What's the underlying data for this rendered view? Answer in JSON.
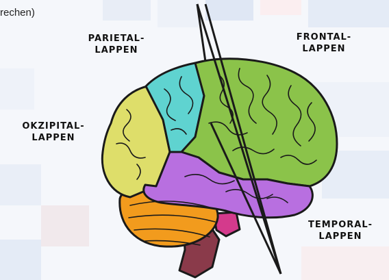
{
  "header_text": "rechen)",
  "labels": {
    "parietal": [
      "PARIETAL-",
      "LAPPEN"
    ],
    "frontal": [
      "FRONTAL-",
      "LAPPEN"
    ],
    "occipital": [
      "OKZIPITAL-",
      "LAPPEN"
    ],
    "temporal": [
      "TEMPORAL-",
      "LAPPEN"
    ]
  },
  "colors": {
    "frontal": "#8bc34a",
    "parietal": "#5fd3d0",
    "occipital": "#dede6a",
    "temporal": "#b86fe0",
    "cerebellum": "#f29b1d",
    "brainstem": "#8a3a4a",
    "pons": "#d43a8c",
    "outline": "#1a1a1a"
  }
}
